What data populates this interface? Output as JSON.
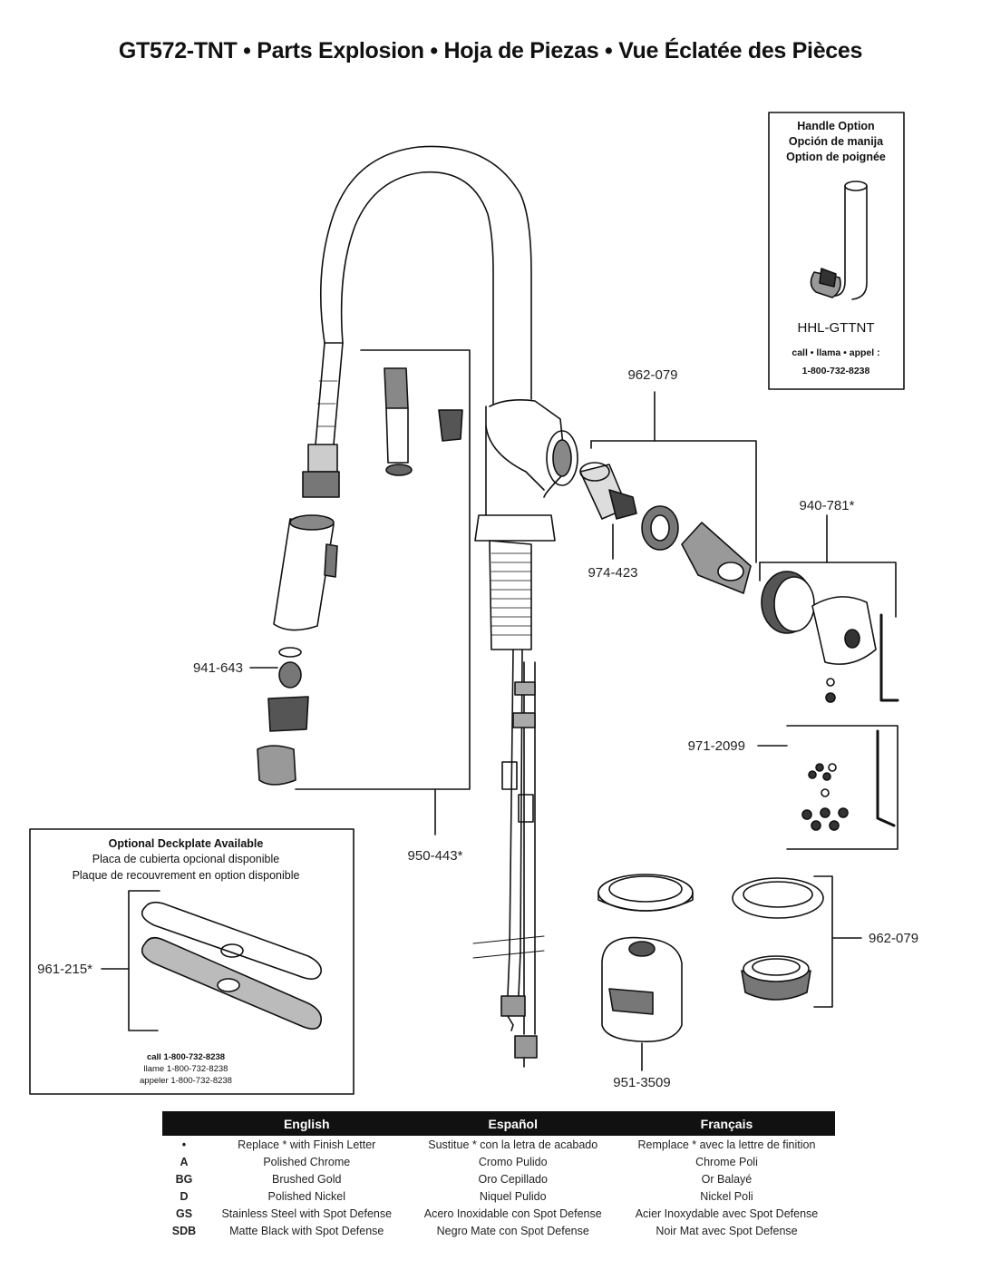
{
  "title": "GT572-TNT  •  Parts Explosion  •  Hoja de Piezas  •  Vue Éclatée des Pièces",
  "handle_option": {
    "heading_en": "Handle Option",
    "heading_es": "Opción de manija",
    "heading_fr": "Option de poignée",
    "part": "HHL-GTTNT",
    "call": "call • llama • appel :",
    "phone": "1-800-732-8238"
  },
  "deckplate": {
    "heading_en": "Optional Deckplate Available",
    "heading_es": "Placa de cubierta opcional disponible",
    "heading_fr": "Plaque de recouvrement en option disponible",
    "part": "961-215*",
    "call_en": "call 1-800-732-8238",
    "call_es": "llame 1-800-732-8238",
    "call_fr": "appeler 1-800-732-8238"
  },
  "part_labels": {
    "valve_top": "962-079",
    "cartridge": "974-423",
    "handle_kit": "940-781*",
    "aerator": "941-643",
    "spray_kit": "950-443*",
    "screws": "971-2099",
    "mounting": "962-079",
    "weight": "951-3509"
  },
  "finish_table": {
    "headers": [
      "",
      "English",
      "Español",
      "Français"
    ],
    "rows": [
      [
        "•",
        "Replace * with Finish Letter",
        "Sustitue * con la letra de acabado",
        "Remplace * avec la lettre de finition"
      ],
      [
        "A",
        "Polished Chrome",
        "Cromo Pulido",
        "Chrome Poli"
      ],
      [
        "BG",
        "Brushed Gold",
        "Oro Cepillado",
        "Or Balayé"
      ],
      [
        "D",
        "Polished Nickel",
        "Niquel Pulido",
        "Nickel Poli"
      ],
      [
        "GS",
        "Stainless Steel with Spot Defense",
        "Acero Inoxidable con Spot Defense",
        "Acier Inoxydable avec Spot Defense"
      ],
      [
        "SDB",
        "Matte Black with Spot Defense",
        "Negro Mate con Spot Defense",
        "Noir Mat avec Spot Defense"
      ]
    ]
  }
}
